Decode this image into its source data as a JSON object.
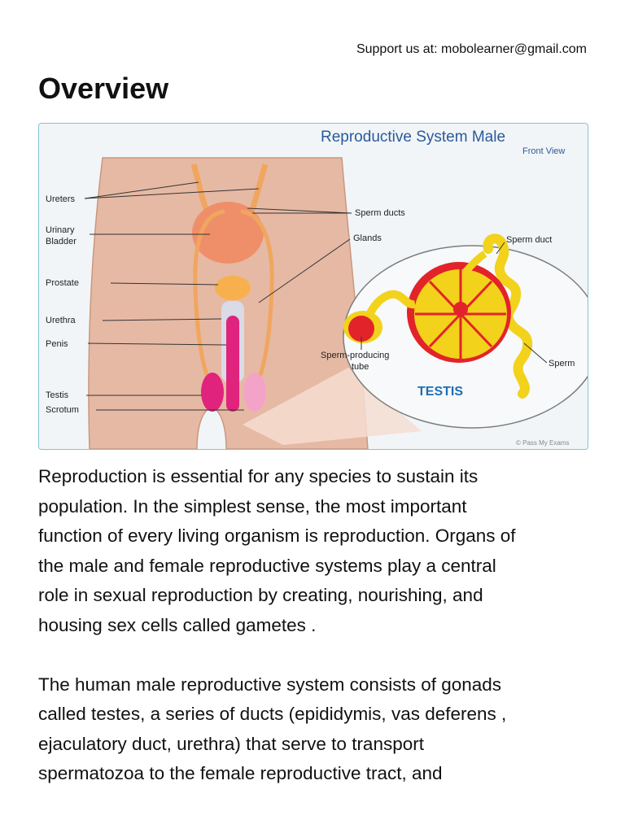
{
  "header": {
    "support_text": "Support us at: mobolearner@gmail.com"
  },
  "page": {
    "title": "Overview"
  },
  "figure": {
    "title": "Reproductive System Male",
    "subtitle": "Front View",
    "left_labels": [
      "Ureters",
      "Urinary",
      "Bladder",
      "Prostate",
      "Urethra",
      "Penis",
      "Testis",
      "Scrotum"
    ],
    "right_labels": {
      "sperm_ducts": "Sperm ducts",
      "glands": "Glands",
      "sperm_duct": "Sperm duct",
      "sperm_producing": "Sperm-producing",
      "tube": "tube",
      "testis": "TESTIS",
      "sperm": "Sperm"
    },
    "credit": "© Pass My Exams",
    "colors": {
      "skin": "#e6b9a4",
      "bladder": "#ef8f6a",
      "duct": "#f0a65f",
      "prostate": "#f7b04d",
      "testis_yellow": "#f2d21b",
      "tube_red": "#e3232a",
      "penis_pink": "#e0237d",
      "title_blue": "#2a5a9c",
      "testis_label_blue": "#1f6fb2"
    }
  },
  "paragraphs": [
    [
      "Reproduction is essential for any species to sustain its",
      "population. In the simplest sense, the most important",
      "function of every living organism is reproduction. Organs of",
      "the male and female reproductive systems play a central",
      "role in sexual reproduction by creating, nourishing, and",
      "housing sex cells called gametes ."
    ],
    [
      "The human male reproductive system consists of gonads",
      "called testes, a series of ducts (epididymis, vas deferens ,",
      "ejaculatory duct, urethra) that serve to transport",
      "spermatozoa to the female reproductive tract, and"
    ]
  ]
}
